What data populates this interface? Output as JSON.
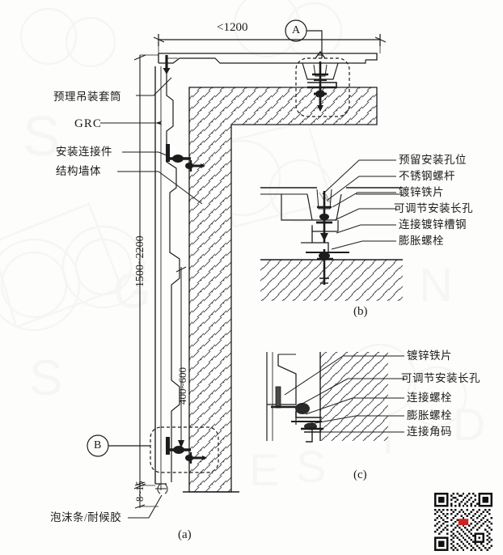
{
  "drawing": {
    "title_captions": {
      "a": "(a)",
      "b": "(b)",
      "c": "(c)"
    },
    "dimensions": {
      "horizontal_top": "<1200",
      "vertical_main": "1500~2200",
      "vertical_sub": "400~600",
      "joint_gap": "8~15"
    },
    "callouts": {
      "detail_a": "A",
      "detail_b": "B"
    },
    "labels_main": [
      {
        "id": "embedded-sleeve",
        "text": "预理吊装套筒"
      },
      {
        "id": "grc",
        "text": "GRC"
      },
      {
        "id": "install-connector",
        "text": "安装连接件"
      },
      {
        "id": "structural-wall",
        "text": "结构墙体"
      },
      {
        "id": "foam-sealant",
        "text": "泡沫条/耐候胶"
      }
    ],
    "labels_detail_b": [
      {
        "id": "reserved-hole",
        "text": "预留安装孔位"
      },
      {
        "id": "stainless-rod",
        "text": "不锈钢螺杆"
      },
      {
        "id": "galvanized-plate",
        "text": "镀锌铁片"
      },
      {
        "id": "adjustable-slot",
        "text": "可调节安装长孔"
      },
      {
        "id": "galvanized-channel",
        "text": "连接镀锌槽钢"
      },
      {
        "id": "expansion-bolt",
        "text": "膨胀螺栓"
      }
    ],
    "labels_detail_c": [
      {
        "id": "galvanized-plate",
        "text": "镀锌铁片"
      },
      {
        "id": "adjustable-slot",
        "text": "可调节安装长孔"
      },
      {
        "id": "connection-bolt",
        "text": "连接螺栓"
      },
      {
        "id": "expansion-bolt",
        "text": "膨胀螺栓"
      },
      {
        "id": "connection-angle",
        "text": "连接角码"
      }
    ],
    "colors": {
      "line": "#1c1c1c",
      "hatch": "#3a3a3a",
      "background": "#fdfdfc",
      "watermark": "#f2f2ef",
      "qr_accent": "#cc2222"
    }
  }
}
